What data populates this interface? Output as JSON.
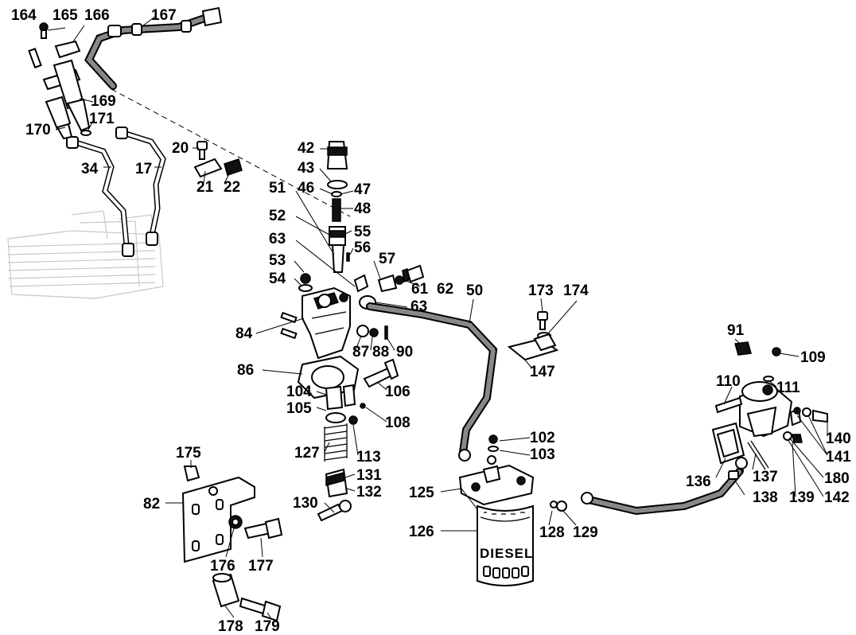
{
  "diagram": {
    "product_marking": "DIESEL",
    "part_labels": [
      "164",
      "165",
      "166",
      "167",
      "169",
      "170",
      "171",
      "34",
      "17",
      "20",
      "21",
      "22",
      "42",
      "43",
      "46",
      "47",
      "48",
      "51",
      "52",
      "55",
      "56",
      "63",
      "53",
      "54",
      "57",
      "61",
      "62",
      "50",
      "84",
      "87",
      "88",
      "90",
      "86",
      "104",
      "105",
      "106",
      "108",
      "127",
      "113",
      "131",
      "132",
      "130",
      "175",
      "82",
      "176",
      "177",
      "178",
      "179",
      "173",
      "174",
      "147",
      "102",
      "103",
      "125",
      "126",
      "128",
      "129",
      "91",
      "109",
      "110",
      "111",
      "140",
      "141",
      "136",
      "137",
      "180",
      "138",
      "139",
      "142"
    ]
  }
}
